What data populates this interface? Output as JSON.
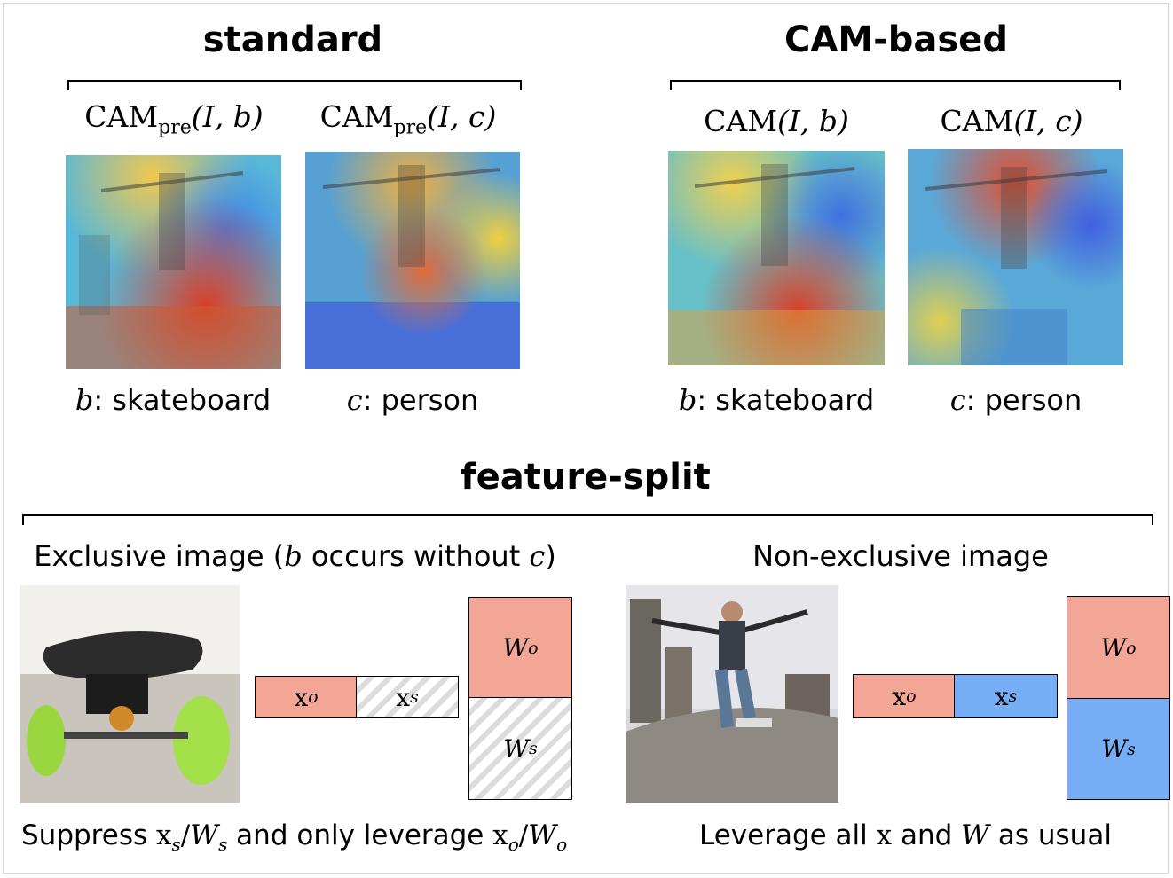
{
  "sections": {
    "standard": "standard",
    "cam_based": "CAM-based",
    "feature_split": "feature-split"
  },
  "standard": {
    "map_b": {
      "func": "CAM",
      "sub": "pre",
      "args": "(I, b)"
    },
    "map_c": {
      "func": "CAM",
      "sub": "pre",
      "args": "(I, c)"
    },
    "label_b": {
      "var": "b",
      "text": ": skateboard"
    },
    "label_c": {
      "var": "c",
      "text": ": person"
    }
  },
  "cam_based": {
    "map_b": {
      "func": "CAM",
      "args": "(I, b)"
    },
    "map_c": {
      "func": "CAM",
      "args": "(I, c)"
    },
    "label_b": {
      "var": "b",
      "text": ": skateboard"
    },
    "label_c": {
      "var": "c",
      "text": ": person"
    }
  },
  "feature_split": {
    "exclusive": {
      "heading_pre": "Exclusive image (",
      "heading_b": "b",
      "heading_mid": " occurs without ",
      "heading_c": "c",
      "heading_post": ")",
      "x_o": {
        "base": "x",
        "sub": "o"
      },
      "x_s": {
        "base": "x",
        "sub": "s"
      },
      "w_o": {
        "base": "W",
        "sub": "o"
      },
      "w_s": {
        "base": "W",
        "sub": "s"
      },
      "caption": {
        "pre": "Suppress ",
        "xs_base": "x",
        "xs_sub": "s",
        "slash1": "/",
        "ws_base": "W",
        "ws_sub": "s",
        "mid": " and only leverage ",
        "xo_base": "x",
        "xo_sub": "o",
        "slash2": "/",
        "wo_base": "W",
        "wo_sub": "o"
      }
    },
    "non_exclusive": {
      "heading": "Non-exclusive image",
      "x_o": {
        "base": "x",
        "sub": "o"
      },
      "x_s": {
        "base": "x",
        "sub": "s"
      },
      "w_o": {
        "base": "W",
        "sub": "o"
      },
      "w_s": {
        "base": "W",
        "sub": "s"
      },
      "caption": {
        "pre": "Leverage all ",
        "x": "x",
        "mid": " and ",
        "w": "W",
        "post": " as usual"
      }
    }
  },
  "colors": {
    "object_feature": "#f3a596",
    "context_feature": "#76adf5",
    "suppressed": "hatched-gray"
  }
}
